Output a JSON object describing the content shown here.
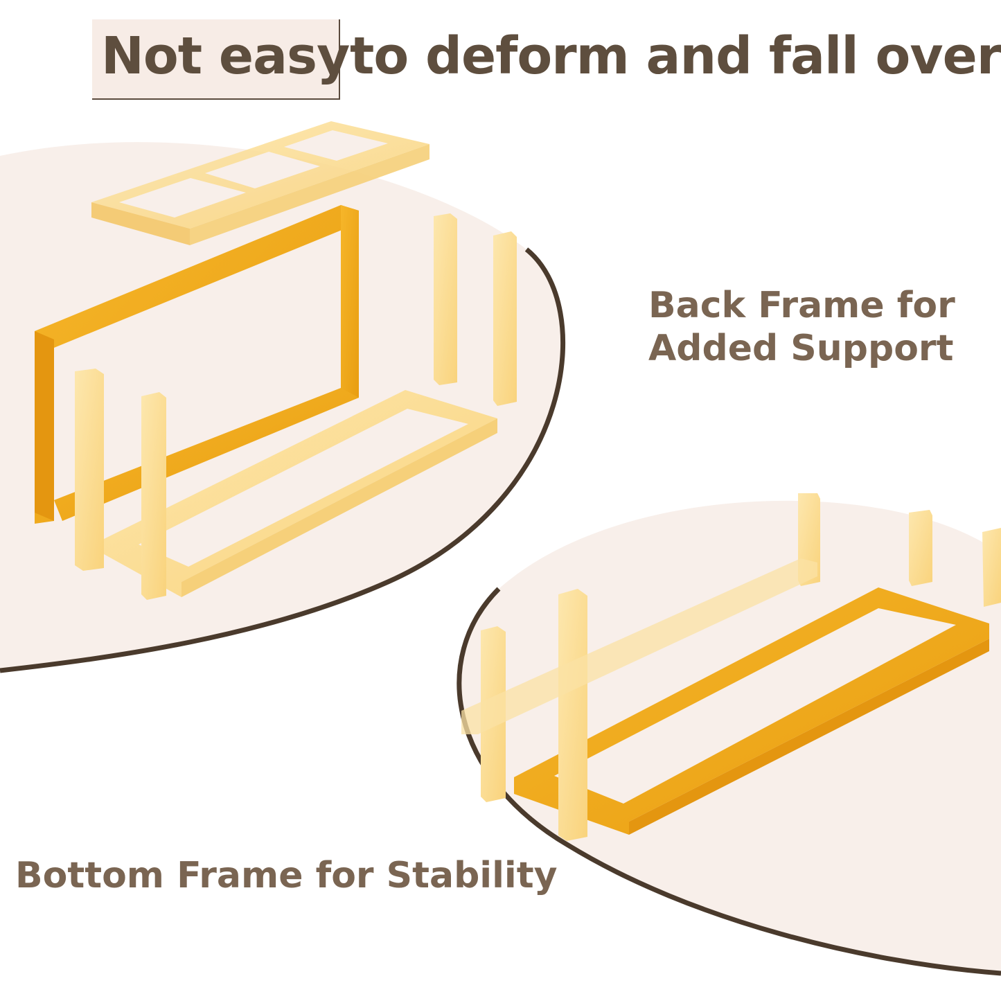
{
  "headline": {
    "highlight": "Not easy",
    "rest": "to deform and fall over"
  },
  "labels": {
    "back_line1": "Back Frame for",
    "back_line2": "Added Support",
    "bottom": "Bottom Frame for Stability"
  },
  "colors": {
    "background": "#ffffff",
    "panel": "#f8efea",
    "outline": "#4a3a2c",
    "gold": "#f2ab1c",
    "pale_gold": "#fbd98a",
    "text": "#7a6552",
    "headline_text": "#5e4e3e"
  }
}
